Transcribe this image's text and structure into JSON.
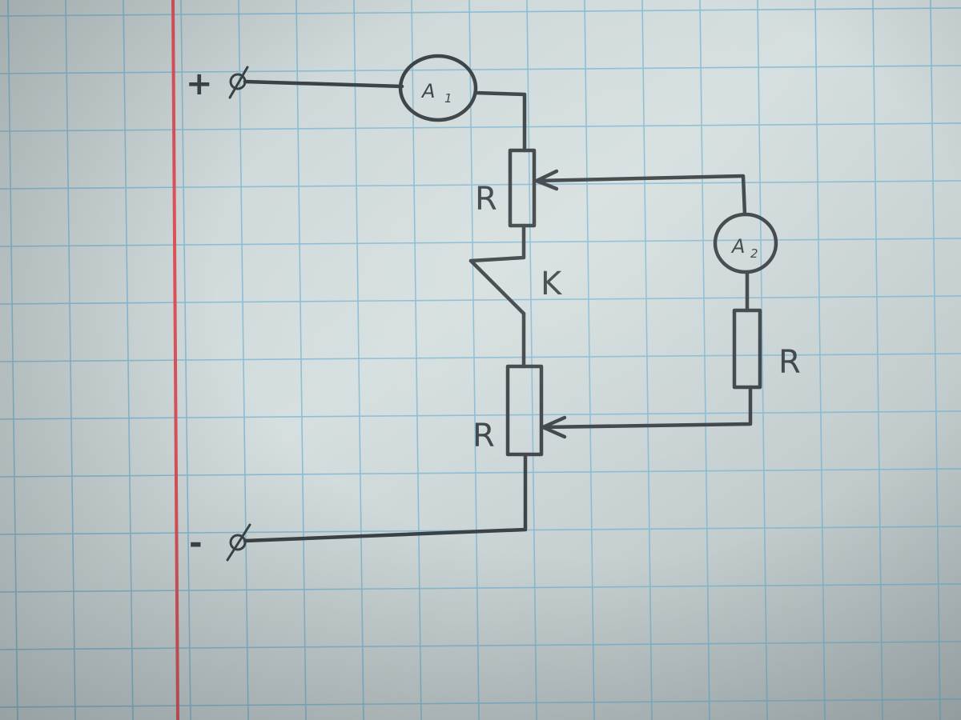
{
  "terminals": {
    "positive": "+",
    "negative": "-"
  },
  "meters": {
    "a1": {
      "letter": "A",
      "index": "1"
    },
    "a2": {
      "letter": "A",
      "index": "2"
    }
  },
  "resistors": {
    "top": "R",
    "bottom": "R",
    "branch": "R"
  },
  "switch": {
    "label": "K"
  },
  "colors": {
    "paper": "#d3dcdc",
    "grid": "#74b4d2",
    "margin_line": "#e0525a",
    "pencil": "#3b4246"
  }
}
